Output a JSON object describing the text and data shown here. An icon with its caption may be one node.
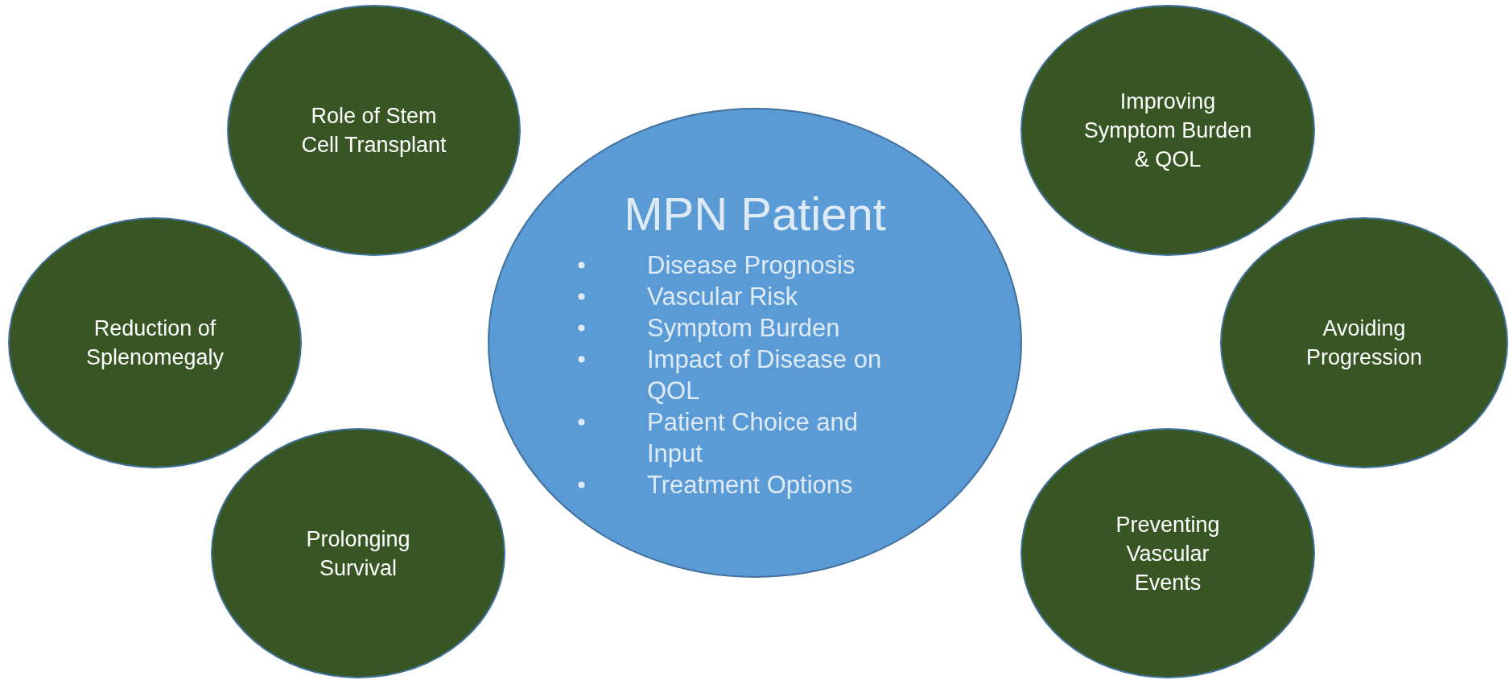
{
  "diagram": {
    "nodes": [
      {
        "text": [
          "MPN Patient",
          "Disease Prognosis",
          "Vascular Risk",
          "Symptom Burden",
          "Impact of Disease on QOL",
          "Patient Choice and Input",
          "Treatment Options"
        ]
      },
      {
        "text": [
          "Role of Stem Cell Transplant"
        ]
      },
      {
        "text": [
          "Reduction of Splenomegaly"
        ]
      },
      {
        "text": [
          "Prolonging Survival"
        ]
      },
      {
        "text": [
          "Improving Symptom Burden & QOL"
        ]
      },
      {
        "text": [
          "Avoiding Progression"
        ]
      },
      {
        "text": [
          "Preventing Vascular Events"
        ]
      }
    ],
    "edges": []
  }
}
